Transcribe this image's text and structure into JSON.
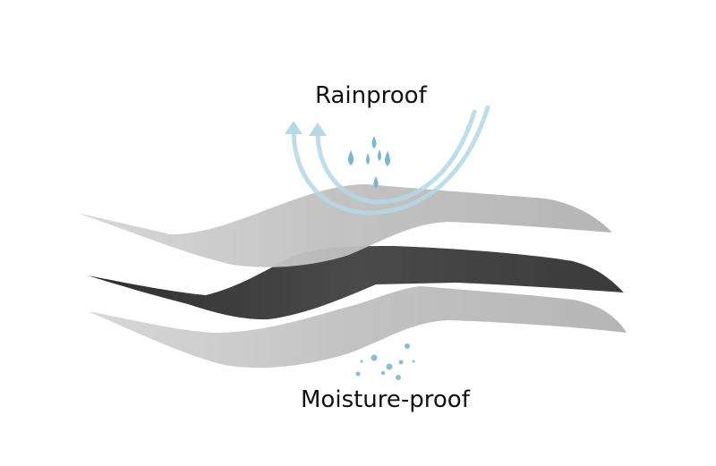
{
  "diagram": {
    "labels": {
      "top": "Rainproof",
      "bottom": "Moisture-proof"
    },
    "layers": [
      {
        "name": "outer-layer",
        "color": "#bdbdbd"
      },
      {
        "name": "membrane-layer",
        "color": "#444444"
      },
      {
        "name": "inner-layer",
        "color": "#bdbdbd"
      }
    ],
    "colors": {
      "droplet": "#7fb6cf",
      "airflow": "#b6d9e6",
      "moisture": "#8fbccf"
    }
  }
}
